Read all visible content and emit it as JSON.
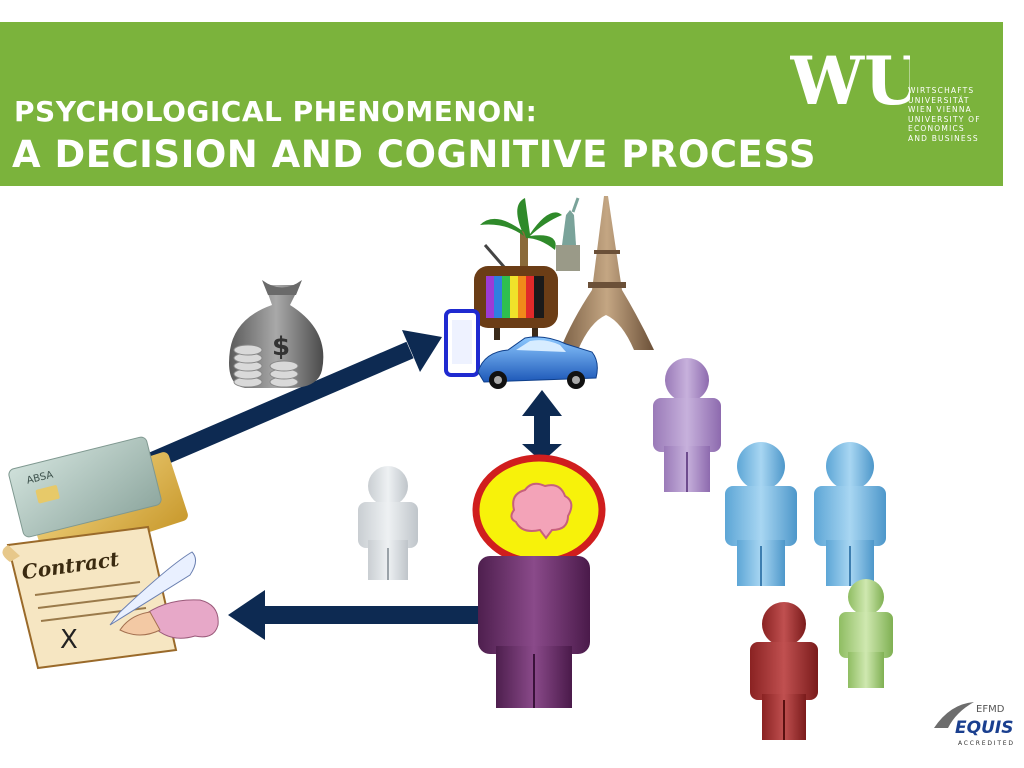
{
  "slide": {
    "title_line1": "PSYCHOLOGICAL PHENOMENON:",
    "title_line2": "A DECISION AND COGNITIVE PROCESS"
  },
  "logo": {
    "mark": "WU",
    "lines": [
      "WIRTSCHAFTS",
      "UNIVERSITÄT",
      "WIEN VIENNA",
      "UNIVERSITY OF",
      "ECONOMICS",
      "AND BUSINESS"
    ]
  },
  "illustration": {
    "icons": [
      "money-bag-icon",
      "credit-cards-icon",
      "contract-icon",
      "smartphone-icon",
      "tv-icon",
      "palm-tree-icon",
      "statue-of-liberty-icon",
      "eiffel-tower-icon",
      "car-icon",
      "brain-icon",
      "person-icon"
    ],
    "contract_text": "Contract",
    "card_text": "ABSA",
    "colors": {
      "header_green": "#7bb33c",
      "arrow_navy": "#0d2a52",
      "head_ring": "#d01e1e",
      "head_fill": "#f7f20a",
      "decision_person": "#6b2a6b"
    }
  },
  "accreditation": {
    "efmd": "EFMD",
    "name": "EQUIS",
    "sub": "ACCREDITED"
  }
}
